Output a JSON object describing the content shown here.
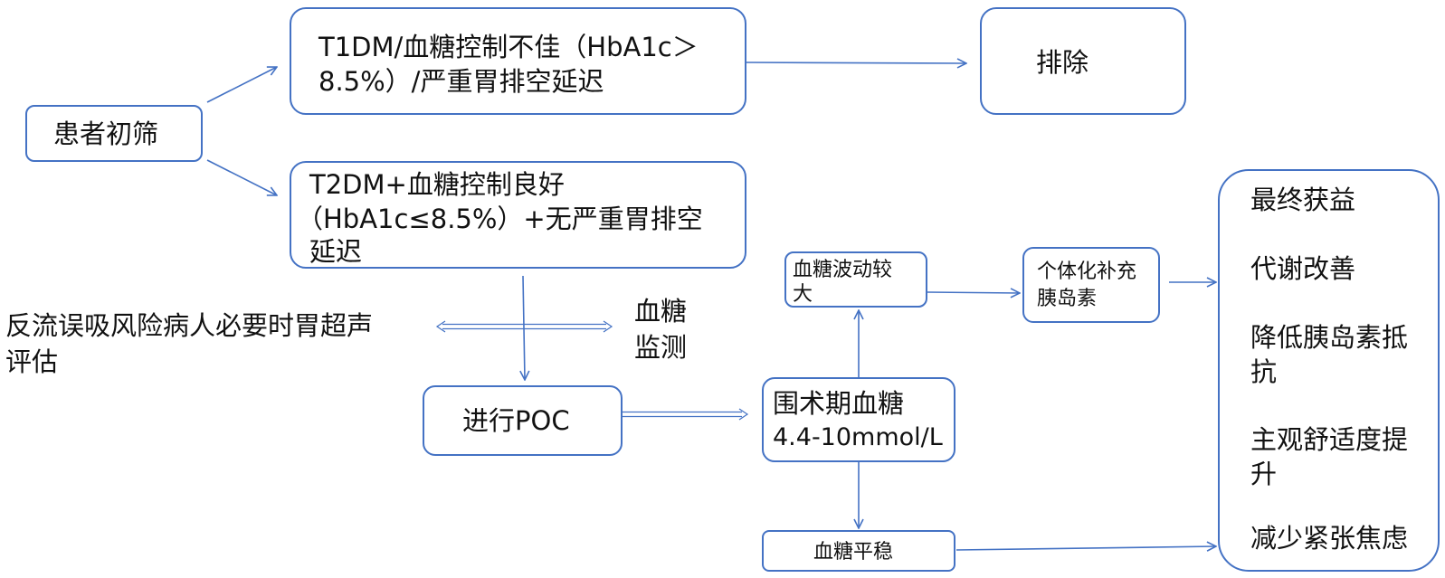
{
  "nodes": {
    "screening": "患者初筛",
    "exclusion_criteria": [
      "T1DM/血糖控制不佳（HbA1c＞",
      "8.5%）/严重胃排空延迟"
    ],
    "exclude": "排除",
    "inclusion_criteria": [
      "T2DM+血糖控制良好",
      "（HbA1c≤8.5%）+无严重胃排空",
      "延迟"
    ],
    "ultrasound_note": [
      "反流误吸风险病人必要时胃超声",
      "评估"
    ],
    "glucose_monitor": [
      "血糖",
      "监测"
    ],
    "poc": "进行POC",
    "periop_glucose": [
      "围术期血糖",
      "4.4-10mmol/L"
    ],
    "fluctuation": [
      "血糖波动较",
      "大"
    ],
    "insulin": [
      "个体化补充",
      "胰岛素"
    ],
    "stable": "血糖平稳"
  },
  "benefits": {
    "items": [
      [
        "最终获益"
      ],
      [
        "代谢改善"
      ],
      [
        "降低胰岛素抵",
        "抗"
      ],
      [
        "主观舒适度提",
        "升"
      ],
      [
        "减少紧张焦虑"
      ]
    ]
  },
  "colors": {
    "line": "#4472C4"
  }
}
